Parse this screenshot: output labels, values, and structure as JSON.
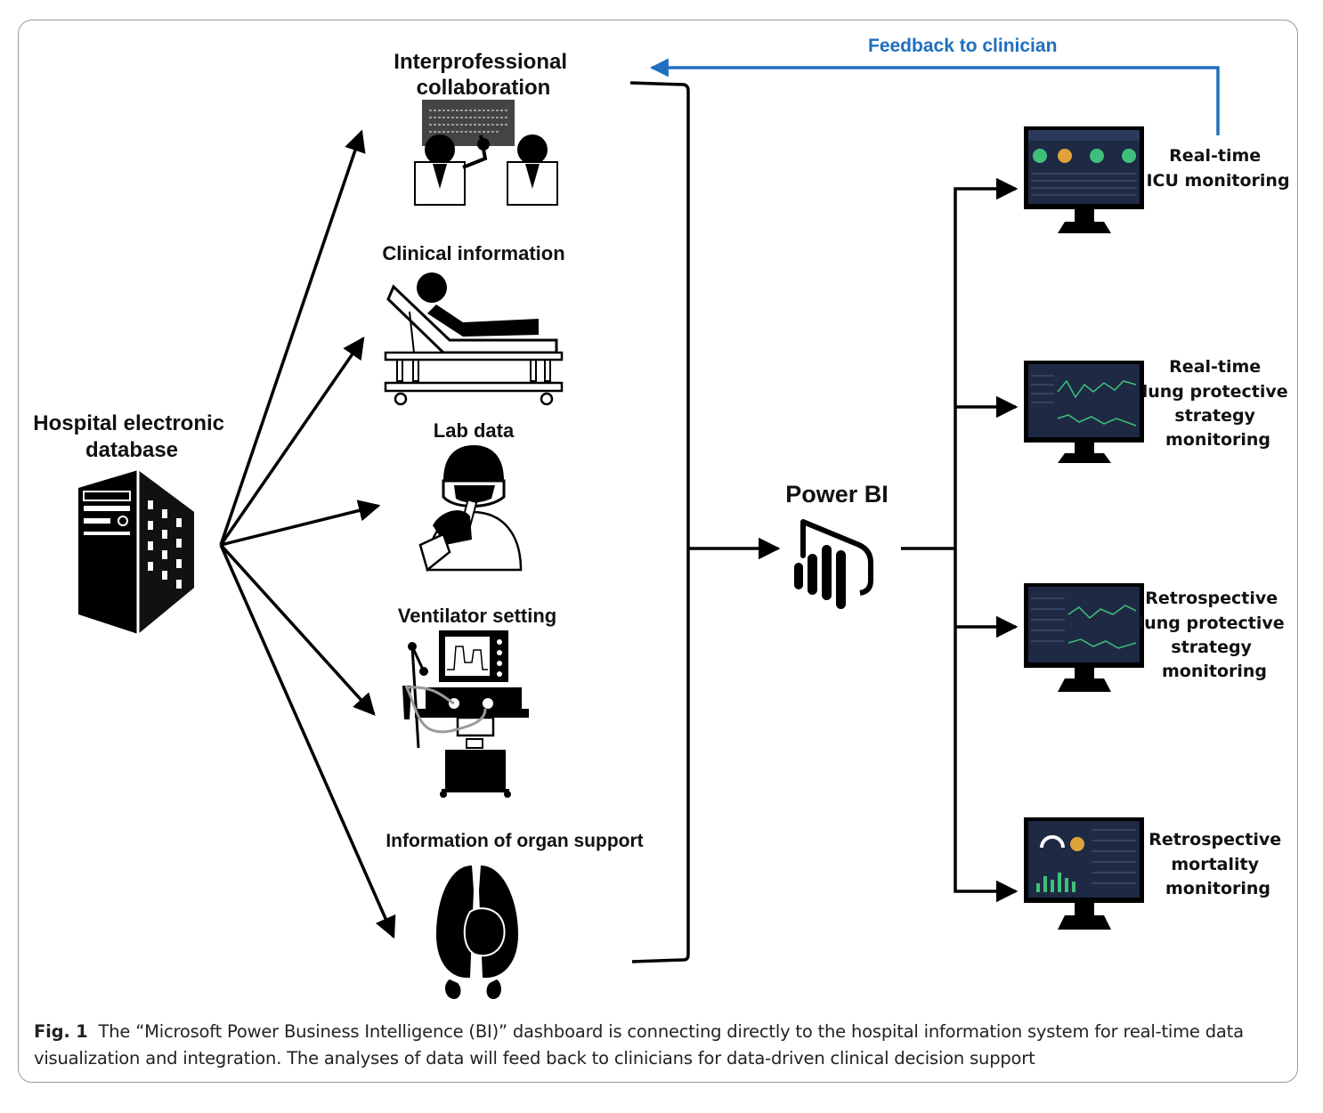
{
  "diagram": {
    "source": {
      "label_lines": [
        "Hospital electronic",
        "database"
      ],
      "icon": "server-icon"
    },
    "inputs": [
      {
        "id": "interprofessional",
        "label_lines": [
          "Interprofessional",
          "collaboration"
        ],
        "icon": "doctors-presentation-icon"
      },
      {
        "id": "clinical",
        "label_lines": [
          "Clinical information"
        ],
        "icon": "patient-bed-icon"
      },
      {
        "id": "lab",
        "label_lines": [
          "Lab data"
        ],
        "icon": "lab-technician-icon"
      },
      {
        "id": "ventilator",
        "label_lines": [
          "Ventilator setting"
        ],
        "icon": "ventilator-icon"
      },
      {
        "id": "organ",
        "label_lines": [
          "Information of organ support"
        ],
        "icon": "organs-icon"
      }
    ],
    "hub": {
      "label": "Power BI",
      "icon": "power-bi-logo-icon"
    },
    "outputs": [
      {
        "id": "icu",
        "label_lines": [
          "Real-time",
          "ICU monitoring"
        ],
        "icon": "monitor-dashboard-icon"
      },
      {
        "id": "lung-rt",
        "label_lines": [
          "Real-time",
          "lung protective",
          "strategy",
          "monitoring"
        ],
        "icon": "monitor-chart-icon"
      },
      {
        "id": "lung-retro",
        "label_lines": [
          "Retrospective",
          "lung protective",
          "strategy",
          "monitoring"
        ],
        "icon": "monitor-chart-icon"
      },
      {
        "id": "mortality",
        "label_lines": [
          "Retrospective",
          "mortality",
          "monitoring"
        ],
        "icon": "monitor-bars-icon"
      }
    ],
    "feedback": {
      "label": "Feedback to clinician",
      "color": "#1f6fbf"
    }
  },
  "caption": {
    "prefix": "Fig. 1",
    "text": "The “Microsoft Power Business Intelligence (BI)” dashboard is connecting directly to the hospital information system for real-time data visualization and integration. The analyses of data will feed back to clinicians for data-driven clinical decision support"
  }
}
